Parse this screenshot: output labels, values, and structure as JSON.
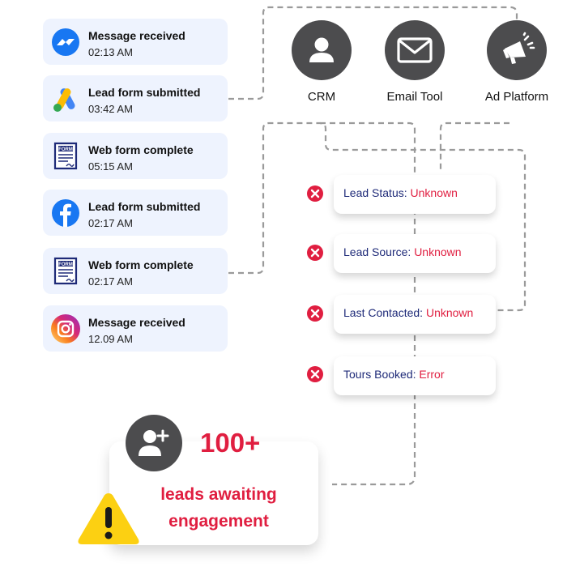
{
  "events": [
    {
      "title": "Message received",
      "time": "02:13 AM",
      "icon": "messenger-icon"
    },
    {
      "title": "Lead form submitted",
      "time": "03:42 AM",
      "icon": "google-ads-icon"
    },
    {
      "title": "Web form complete",
      "time": "05:15 AM",
      "icon": "web-form-icon",
      "badge": "FORM"
    },
    {
      "title": "Lead form submitted",
      "time": "02:17 AM",
      "icon": "facebook-icon"
    },
    {
      "title": "Web form complete",
      "time": "02:17 AM",
      "icon": "web-form-icon",
      "badge": "FORM"
    },
    {
      "title": "Message received",
      "time": "12.09 AM",
      "icon": "instagram-icon"
    }
  ],
  "tools": [
    {
      "label": "CRM",
      "icon": "user-icon"
    },
    {
      "label": "Email Tool",
      "icon": "envelope-icon"
    },
    {
      "label": "Ad Platform",
      "icon": "megaphone-icon"
    }
  ],
  "statuses": [
    {
      "label": "Lead Status:",
      "value": "Unknown"
    },
    {
      "label": "Lead Source:",
      "value": "Unknown"
    },
    {
      "label": "Last Contacted:",
      "value": "Unknown"
    },
    {
      "label": "Tours Booked:",
      "value": "Error"
    }
  ],
  "summary": {
    "count": "100+",
    "line1": "leads awaiting",
    "line2": "engagement",
    "icons": [
      "add-user-icon",
      "warning-icon"
    ]
  },
  "colors": {
    "card_bg": "#eef3fe",
    "accent_red": "#e01e40",
    "label_navy": "#1e2a78",
    "icon_dark": "#4c4c4e",
    "warning_yellow": "#fcd012"
  }
}
